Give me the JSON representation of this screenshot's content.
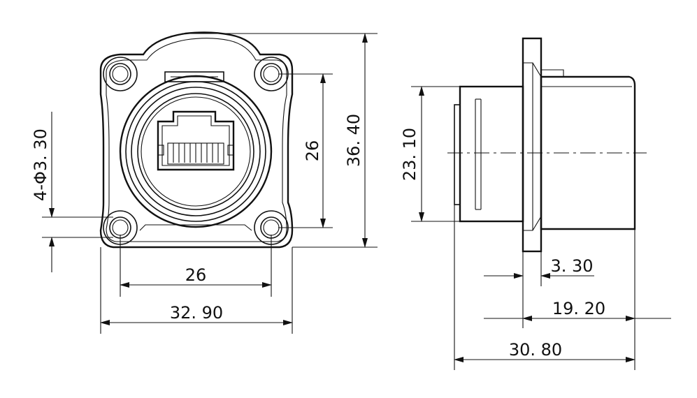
{
  "front_view": {
    "dim_hole_spacing_horizontal": "26",
    "dim_total_width": "32. 90",
    "dim_hole_spacing_vertical": "26",
    "dim_total_height": "36. 40",
    "dim_holes": "4-Φ3. 30"
  },
  "side_view": {
    "dim_body_height": "23. 10",
    "dim_flange_thickness": "3. 30",
    "dim_rear_length": "19. 20",
    "dim_total_length": "30. 80"
  }
}
